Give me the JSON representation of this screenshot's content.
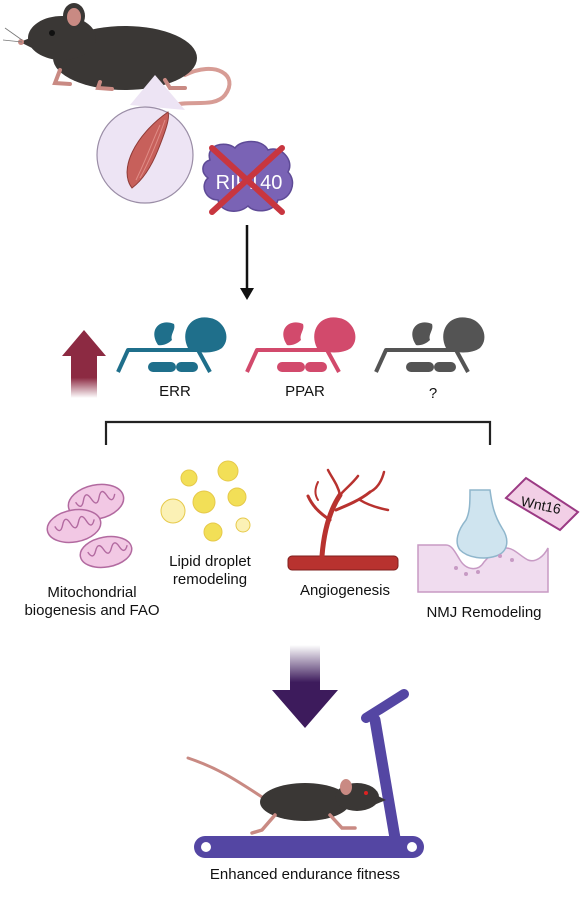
{
  "protein_label": "RIP140",
  "factors": [
    {
      "label": "ERR",
      "color": "#1f6f8b"
    },
    {
      "label": "PPAR",
      "color": "#d24a6c"
    },
    {
      "label": "?",
      "color": "#545454"
    }
  ],
  "processes": [
    {
      "line1": "Mitochondrial",
      "line2": "biogenesis and FAO"
    },
    {
      "line1": "Lipid droplet",
      "line2": "remodeling"
    },
    {
      "line1": "Angiogenesis",
      "line2": ""
    },
    {
      "line1": "NMJ Remodeling",
      "line2": ""
    }
  ],
  "wnt_label": "Wnt16",
  "outcome_label": "Enhanced endurance fitness",
  "colors": {
    "mouse": "#3a3735",
    "muscle": "#c7605b",
    "protein": "#7a63b5",
    "cross": "#c8363f",
    "up_arrow": "#8c2a42",
    "down_arrow": "#3d1b5c",
    "treadmill": "#5446a3",
    "mito": "#f2c8e4",
    "lipid": "#f2df57",
    "vessel": "#b8322f",
    "nmj": "#cfe4ef"
  }
}
